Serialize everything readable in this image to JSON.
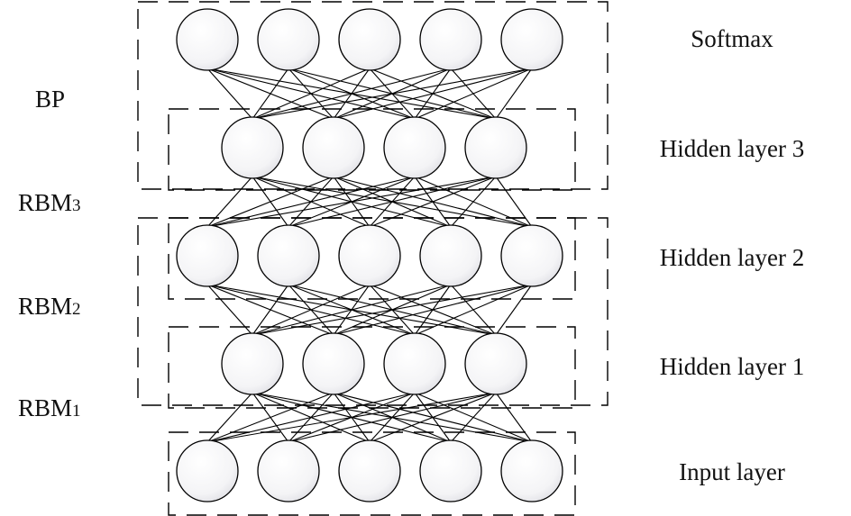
{
  "layers": [
    {
      "id": "softmax",
      "label": "Softmax",
      "nodes": 5
    },
    {
      "id": "hidden3",
      "label": "Hidden layer 3",
      "nodes": 4
    },
    {
      "id": "hidden2",
      "label": "Hidden layer 2",
      "nodes": 5
    },
    {
      "id": "hidden1",
      "label": "Hidden layer 1",
      "nodes": 4
    },
    {
      "id": "input",
      "label": "Input layer",
      "nodes": 5
    }
  ],
  "groups": [
    {
      "id": "bp",
      "label": "BP",
      "sub": ""
    },
    {
      "id": "rbm3",
      "label": "RBM",
      "sub": "3"
    },
    {
      "id": "rbm2",
      "label": "RBM",
      "sub": "2"
    },
    {
      "id": "rbm1",
      "label": "RBM",
      "sub": "1"
    }
  ]
}
